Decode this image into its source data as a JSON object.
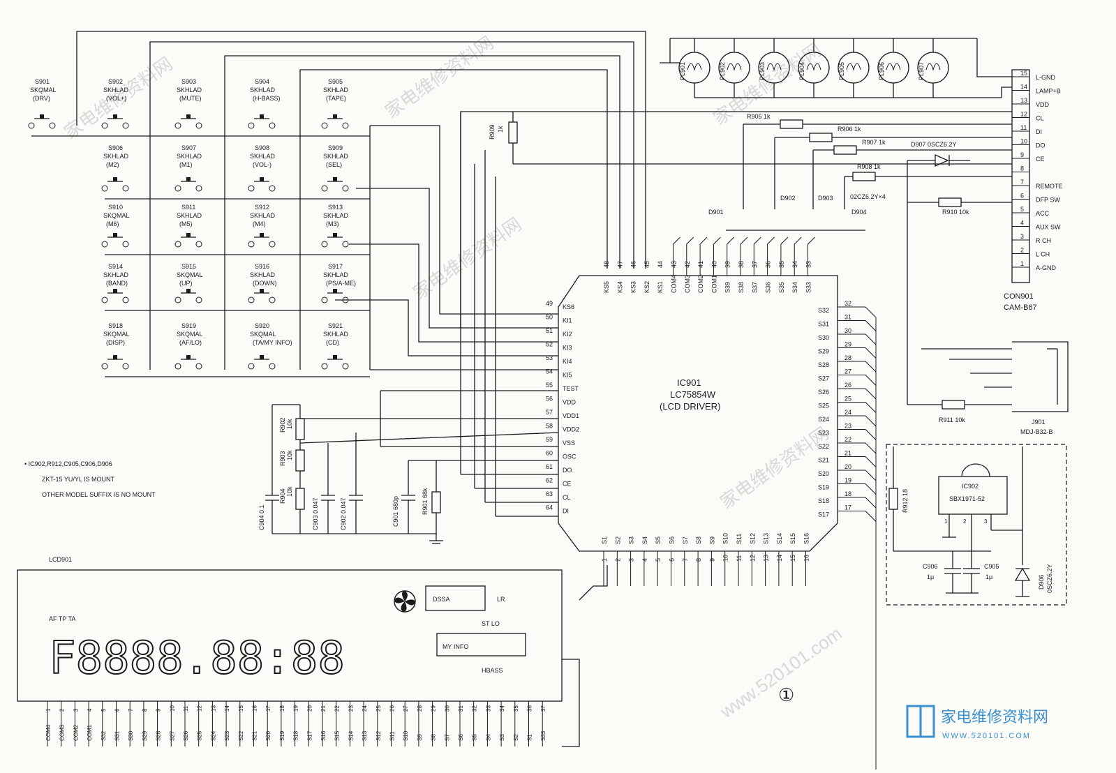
{
  "switches": [
    {
      "ref": "S901",
      "type": "SKQMAL",
      "func": "(DRV)"
    },
    {
      "ref": "S902",
      "type": "SKHLAD",
      "func": "(VOL+)"
    },
    {
      "ref": "S903",
      "type": "SKHLAD",
      "func": "(MUTE)"
    },
    {
      "ref": "S904",
      "type": "SKHLAD",
      "func": "(H-BASS)"
    },
    {
      "ref": "S905",
      "type": "SKHLAD",
      "func": "(TAPE)"
    },
    {
      "ref": "S906",
      "type": "SKHLAD",
      "func": "(M2)"
    },
    {
      "ref": "S907",
      "type": "SKHLAD",
      "func": "(M1)"
    },
    {
      "ref": "S908",
      "type": "SKHLAD",
      "func": "(VOL-)"
    },
    {
      "ref": "S909",
      "type": "SKHLAD",
      "func": "(SEL)"
    },
    {
      "ref": "S910",
      "type": "SKQMAL",
      "func": "(M6)"
    },
    {
      "ref": "S911",
      "type": "SKHLAD",
      "func": "(M5)"
    },
    {
      "ref": "S912",
      "type": "SKHLAD",
      "func": "(M4)"
    },
    {
      "ref": "S913",
      "type": "SKHLAD",
      "func": "(M3)"
    },
    {
      "ref": "S914",
      "type": "SKHLAD",
      "func": "(BAND)"
    },
    {
      "ref": "S915",
      "type": "SKQMAL",
      "func": "(UP)"
    },
    {
      "ref": "S916",
      "type": "SKHLAD",
      "func": "(DOWN)"
    },
    {
      "ref": "S917",
      "type": "SKHLAD",
      "func": "(PS/A-ME)"
    },
    {
      "ref": "S918",
      "type": "SKQMAL",
      "func": "(DISP)"
    },
    {
      "ref": "S919",
      "type": "SKQMAL",
      "func": "(AF/LO)"
    },
    {
      "ref": "S920",
      "type": "SKQMAL",
      "func": "(TA/MY INFO)"
    },
    {
      "ref": "S921",
      "type": "SKHLAD",
      "func": "(CD)"
    }
  ],
  "ic901": {
    "ref": "IC901",
    "part": "LC75854W",
    "desc": "(LCD DRIVER)"
  },
  "ic901_left_pins": [
    {
      "num": "49",
      "name": "KS6"
    },
    {
      "num": "50",
      "name": "KI1"
    },
    {
      "num": "51",
      "name": "KI2"
    },
    {
      "num": "52",
      "name": "KI3"
    },
    {
      "num": "53",
      "name": "KI4"
    },
    {
      "num": "54",
      "name": "KI5"
    },
    {
      "num": "55",
      "name": "TEST"
    },
    {
      "num": "56",
      "name": "VDD"
    },
    {
      "num": "57",
      "name": "VDD1"
    },
    {
      "num": "58",
      "name": "VDD2"
    },
    {
      "num": "59",
      "name": "VSS"
    },
    {
      "num": "60",
      "name": "OSC"
    },
    {
      "num": "61",
      "name": "DO"
    },
    {
      "num": "62",
      "name": "CE"
    },
    {
      "num": "63",
      "name": "CL"
    },
    {
      "num": "64",
      "name": "DI"
    }
  ],
  "ic901_right_pins": [
    {
      "num": "32",
      "name": "S32"
    },
    {
      "num": "31",
      "name": "S31"
    },
    {
      "num": "30",
      "name": "S30"
    },
    {
      "num": "29",
      "name": "S29"
    },
    {
      "num": "28",
      "name": "S28"
    },
    {
      "num": "27",
      "name": "S27"
    },
    {
      "num": "26",
      "name": "S26"
    },
    {
      "num": "25",
      "name": "S25"
    },
    {
      "num": "24",
      "name": "S24"
    },
    {
      "num": "23",
      "name": "S23"
    },
    {
      "num": "22",
      "name": "S22"
    },
    {
      "num": "21",
      "name": "S21"
    },
    {
      "num": "20",
      "name": "S20"
    },
    {
      "num": "19",
      "name": "S19"
    },
    {
      "num": "18",
      "name": "S18"
    },
    {
      "num": "17",
      "name": "S17"
    }
  ],
  "ic901_top_pins": [
    {
      "num": "48",
      "name": "KS5"
    },
    {
      "num": "47",
      "name": "KS4"
    },
    {
      "num": "46",
      "name": "KS3"
    },
    {
      "num": "45",
      "name": "KS2"
    },
    {
      "num": "44",
      "name": "KS1"
    },
    {
      "num": "43",
      "name": "COM4"
    },
    {
      "num": "42",
      "name": "COM3"
    },
    {
      "num": "41",
      "name": "COM2"
    },
    {
      "num": "40",
      "name": "COM1"
    },
    {
      "num": "39",
      "name": "S39"
    },
    {
      "num": "38",
      "name": "S38"
    },
    {
      "num": "37",
      "name": "S37"
    },
    {
      "num": "36",
      "name": "S36"
    },
    {
      "num": "35",
      "name": "S35"
    },
    {
      "num": "34",
      "name": "S34"
    },
    {
      "num": "33",
      "name": "S33"
    }
  ],
  "ic901_bottom_pins": [
    {
      "num": "1",
      "name": "S1"
    },
    {
      "num": "2",
      "name": "S2"
    },
    {
      "num": "3",
      "name": "S3"
    },
    {
      "num": "4",
      "name": "S4"
    },
    {
      "num": "5",
      "name": "S5"
    },
    {
      "num": "6",
      "name": "S6"
    },
    {
      "num": "7",
      "name": "S7"
    },
    {
      "num": "8",
      "name": "S8"
    },
    {
      "num": "9",
      "name": "S9"
    },
    {
      "num": "10",
      "name": "S10"
    },
    {
      "num": "11",
      "name": "S11"
    },
    {
      "num": "12",
      "name": "S12"
    },
    {
      "num": "13",
      "name": "S13"
    },
    {
      "num": "14",
      "name": "S14"
    },
    {
      "num": "15",
      "name": "S15"
    },
    {
      "num": "16",
      "name": "S16"
    }
  ],
  "connector": {
    "ref": "CON901",
    "part": "CAM-B67",
    "pins": [
      {
        "num": "15",
        "name": "L-GND"
      },
      {
        "num": "14",
        "name": "LAMP+B"
      },
      {
        "num": "13",
        "name": "VDD"
      },
      {
        "num": "12",
        "name": "CL"
      },
      {
        "num": "11",
        "name": "DI"
      },
      {
        "num": "10",
        "name": "DO"
      },
      {
        "num": "9",
        "name": "CE"
      },
      {
        "num": "8",
        "name": ""
      },
      {
        "num": "7",
        "name": "REMOTE"
      },
      {
        "num": "6",
        "name": "DFP SW"
      },
      {
        "num": "5",
        "name": "ACC"
      },
      {
        "num": "4",
        "name": "AUX SW"
      },
      {
        "num": "3",
        "name": "R CH"
      },
      {
        "num": "2",
        "name": "L CH"
      },
      {
        "num": "1",
        "name": "A-GND"
      }
    ]
  },
  "lamps": [
    "PL901",
    "PL902",
    "PL903",
    "PL904",
    "PL905",
    "PL906",
    "PL907"
  ],
  "resistors": {
    "r905": "R905 1k",
    "r906": "R906 1k",
    "r907": "R907 1k",
    "r908": "R908 1k",
    "r909": "R909",
    "r909v": "1k",
    "r910": "R910 10k",
    "r911": "R911 10k",
    "r912": "R912 18",
    "r902": "R902",
    "r902v": "10k",
    "r903": "R903",
    "r903v": "10k",
    "r904": "R904",
    "r904v": "10k",
    "r901": "R901 68k"
  },
  "capacitors": {
    "c904": "C904 0.1",
    "c903": "C903 0.047",
    "c902": "C902 0.047",
    "c901": "C901 680p",
    "c906": "C906",
    "c906v": "1μ",
    "c905": "C905",
    "c905v": "1μ"
  },
  "diodes": {
    "d901": "D901",
    "d902": "D902",
    "d903": "D903",
    "d904": "D904",
    "zener_note": "02CZ6.2Y×4",
    "d907": "D907 0SCZ6.2Y",
    "d906": "D906",
    "d906v": "0SCZ6.2Y"
  },
  "ic902": {
    "ref": "IC902",
    "part": "SBX1971-52",
    "pins": [
      "1",
      "2",
      "3"
    ]
  },
  "jack": {
    "ref": "J901",
    "part": "MDJ-B32-B"
  },
  "note": {
    "line1": "• IC902,R912,C905,C906,D906",
    "line2": "ZKT-15 YU/YL IS MOUNT",
    "line3": "OTHER MODEL SUFFIX IS NO MOUNT"
  },
  "lcd": {
    "ref": "LCD901",
    "indicators": {
      "af_tp_ta": "AF TP TA",
      "dssa": "DSSA",
      "lr": "LR",
      "st_lo": "ST LO",
      "my_info": "MY INFO",
      "hbass": "HBASS"
    },
    "digits": "F8888.88:88",
    "pins": [
      {
        "num": "1",
        "name": "COM4"
      },
      {
        "num": "2",
        "name": "COM3"
      },
      {
        "num": "3",
        "name": "COM2"
      },
      {
        "num": "4",
        "name": "COM1"
      },
      {
        "num": "5",
        "name": "S32"
      },
      {
        "num": "6",
        "name": "S31"
      },
      {
        "num": "7",
        "name": "S30"
      },
      {
        "num": "8",
        "name": "S29"
      },
      {
        "num": "9",
        "name": "S28"
      },
      {
        "num": "10",
        "name": "S27"
      },
      {
        "num": "11",
        "name": "S26"
      },
      {
        "num": "12",
        "name": "S25"
      },
      {
        "num": "13",
        "name": "S24"
      },
      {
        "num": "14",
        "name": "S23"
      },
      {
        "num": "15",
        "name": "S22"
      },
      {
        "num": "16",
        "name": "S21"
      },
      {
        "num": "17",
        "name": "S20"
      },
      {
        "num": "18",
        "name": "S19"
      },
      {
        "num": "19",
        "name": "S18"
      },
      {
        "num": "20",
        "name": "S17"
      },
      {
        "num": "21",
        "name": "S16"
      },
      {
        "num": "22",
        "name": "S15"
      },
      {
        "num": "23",
        "name": "S14"
      },
      {
        "num": "24",
        "name": "S13"
      },
      {
        "num": "25",
        "name": "S12"
      },
      {
        "num": "26",
        "name": "S11"
      },
      {
        "num": "27",
        "name": "S10"
      },
      {
        "num": "28",
        "name": "S9"
      },
      {
        "num": "29",
        "name": "S8"
      },
      {
        "num": "30",
        "name": "S7"
      },
      {
        "num": "31",
        "name": "S6"
      },
      {
        "num": "32",
        "name": "S5"
      },
      {
        "num": "33",
        "name": "S4"
      },
      {
        "num": "34",
        "name": "S3"
      },
      {
        "num": "35",
        "name": "S2"
      },
      {
        "num": "36",
        "name": "S1"
      },
      {
        "num": "37",
        "name": "S33"
      }
    ]
  },
  "figure_number": "①",
  "branding": {
    "name": "家电维修资料网",
    "url": "WWW.520101.COM"
  },
  "watermark": [
    "家电维修资料网",
    "www.520101.com"
  ],
  "colors": {
    "ink": "#1a1a1a",
    "paper": "#fbfbf8",
    "brand": "#3a8fd0",
    "watermark": "#d8d8d8"
  }
}
